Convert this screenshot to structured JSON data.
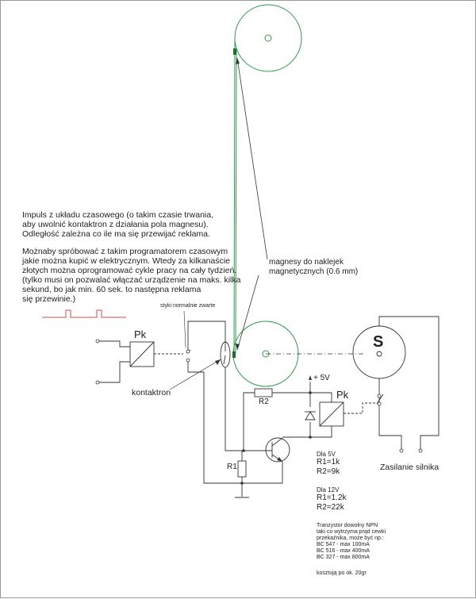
{
  "colors": {
    "accent_green": "#2e9c4c",
    "signal_red": "#d64b4b",
    "wire": "#333333",
    "text": "#222222"
  },
  "note_impulse": [
    "Impuls z układu czasowego (o takim czasie trwania,",
    "aby uwolnić kontaktron z działania pola magnesu).",
    "Odległość zależna co ile ma się przewijać reklama."
  ],
  "note_programmer": [
    "Możnaby spróbować z takim programatorem czasowym",
    "jakie można kupić w elektrycznym. Wtedy za kilkanaście",
    "złotych można oprogramować cykle pracy na cały tydzień.",
    "(tylko musi on pozwalać włączać urządzenie na maks. kilka",
    "sekund, bo jak min. 60 sek. to następna reklama",
    "się przewinie.)"
  ],
  "label_contacts": "styki normalnie zwarte",
  "label_relay_left": "Pk",
  "label_relay_right": "Pk",
  "label_reed": "kontaktron",
  "label_magnets": [
    "magnesy do naklejek",
    "magnetycznych (0.6 mm)"
  ],
  "label_motor": "S",
  "label_supply_5v": "+ 5V",
  "label_r2": "R2",
  "label_r1": "R1",
  "label_motor_supply": "Zasilanie silnika",
  "values_5v": {
    "title": "Dla 5V",
    "r1": "R1=1k",
    "r2": "R2=9k"
  },
  "values_12v": {
    "title": "Dla 12V",
    "r1": "R1=1.2k",
    "r2": "R2=22k"
  },
  "transistor_note": [
    "Tranzystor dowolny NPN",
    "taki co wytrzyma prąd cewki",
    "przekaźnika, może być np.:",
    "BC 547 - max 100mA",
    "BC 516 - max 400mA",
    "BC 327 - max 800mA"
  ],
  "price_note": "kosztują po ok. 20gr"
}
